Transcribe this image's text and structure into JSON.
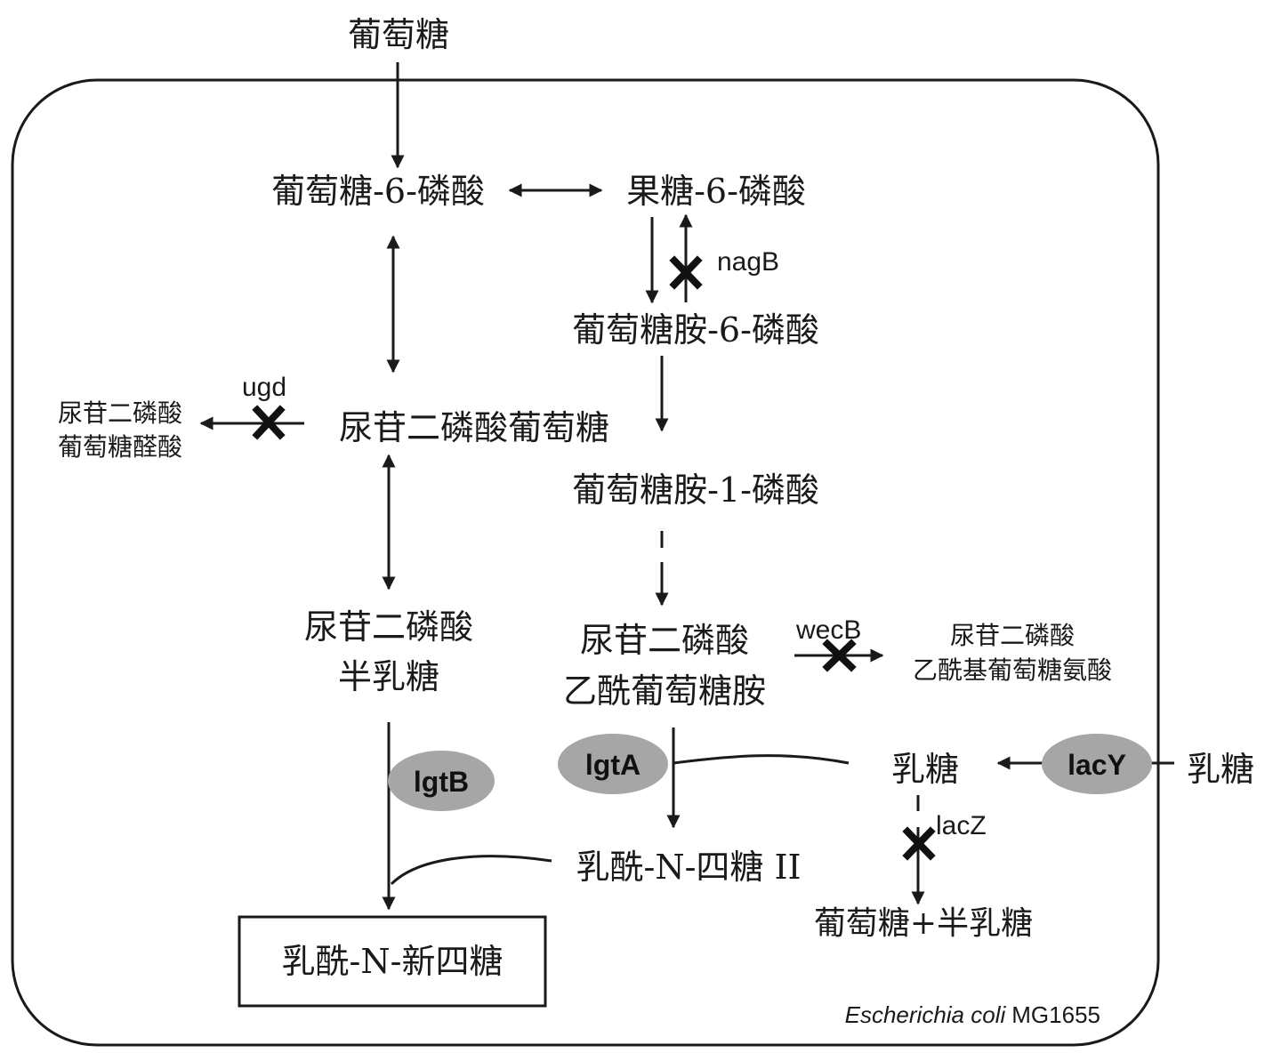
{
  "nodes": {
    "glucose_ext": "葡萄糖",
    "glucose_6p": "葡萄糖-6-磷酸",
    "fructose_6p": "果糖-6-磷酸",
    "glucosamine_6p": "葡萄糖胺-6-磷酸",
    "udp_glucose": "尿苷二磷酸葡萄糖",
    "udp_glucuronic_line1": "尿苷二磷酸",
    "udp_glucuronic_line2": "葡萄糖醛酸",
    "glucosamine_1p": "葡萄糖胺-1-磷酸",
    "udp_galactose_line1": "尿苷二磷酸",
    "udp_galactose_line2": "半乳糖",
    "udp_glcnac_line1": "尿苷二磷酸",
    "udp_glcnac_line2": "乙酰葡萄糖胺",
    "udp_mannac_line1": "尿苷二磷酸",
    "udp_mannac_line2": "乙酰基葡萄糖氨酸",
    "lactose_int": "乳糖",
    "lactose_ext": "乳糖",
    "lnt2": "乳酰-N-四糖 II",
    "glucose_galactose": "葡萄糖+半乳糖",
    "lnnt": "乳酰-N-新四糖"
  },
  "genes": {
    "nagB": "nagB",
    "ugd": "ugd",
    "wecB": "wecB",
    "lacZ": "lacZ"
  },
  "enzymes": {
    "lgtB": "lgtB",
    "lgtA": "lgtA",
    "lacY": "lacY"
  },
  "organism": {
    "genus_species": "Escherichia coli",
    "strain": "MG1655"
  },
  "colors": {
    "enzyme_fill": "#a6a6a6",
    "ink": "#1a1a1a",
    "background": "#ffffff"
  }
}
